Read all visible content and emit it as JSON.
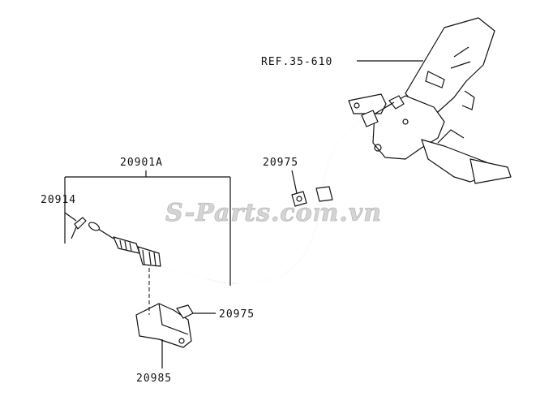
{
  "diagram": {
    "labels": {
      "ref": "REF.35-610",
      "cable": "20901A",
      "pin": "20914",
      "clip_upper": "20975",
      "nut_lower": "20975",
      "bracket": "20985"
    },
    "watermark": "S-Parts.com.vn"
  }
}
